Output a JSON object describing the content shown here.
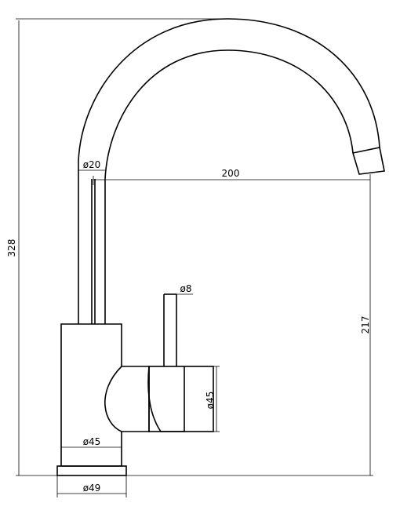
{
  "drawing": {
    "stroke_color": "#000000",
    "background": "#ffffff",
    "dimensions": {
      "total_height": "328",
      "spout_reach": "200",
      "spout_height": "217",
      "spout_diameter": "ø20",
      "handle_diameter": "ø8",
      "mixer_diameter": "ø45",
      "body_diameter": "ø45",
      "base_diameter": "ø49"
    }
  }
}
